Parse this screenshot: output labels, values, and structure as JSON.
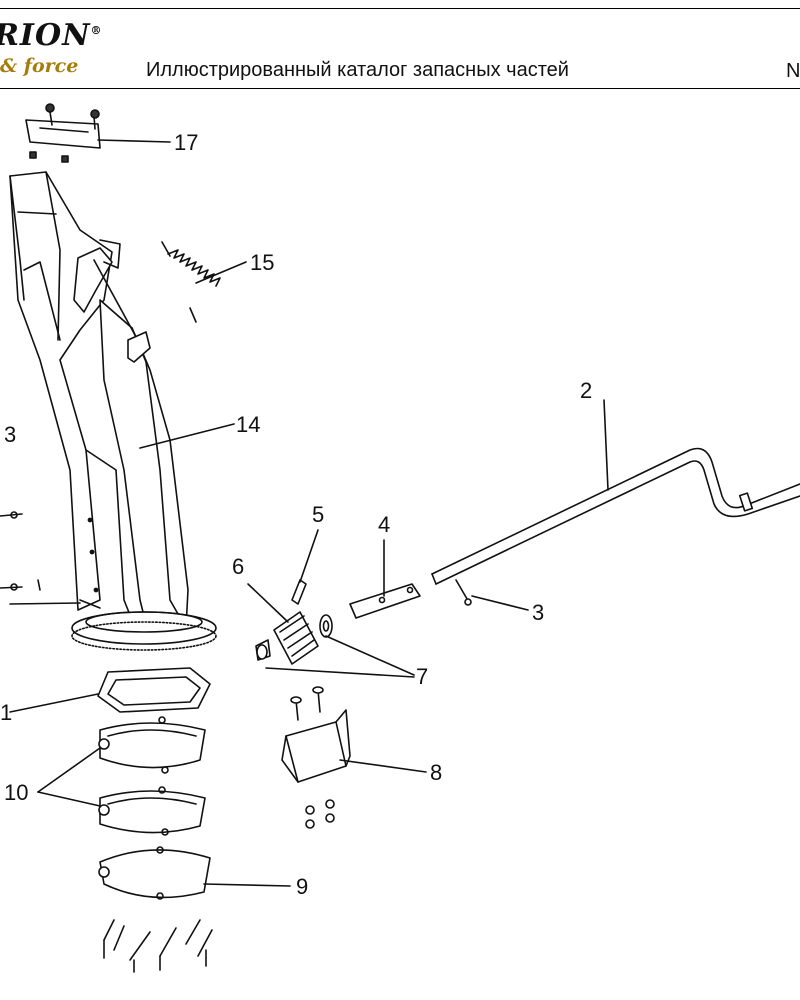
{
  "header": {
    "logo_main": "RION",
    "logo_reg": "®",
    "logo_tagline": "& force",
    "title": "Иллюстрированный каталог запасных частей",
    "right_text": "N"
  },
  "callouts": [
    {
      "id": "17",
      "label": "17"
    },
    {
      "id": "15",
      "label": "15"
    },
    {
      "id": "14",
      "label": "14"
    },
    {
      "id": "13",
      "label": "3"
    },
    {
      "id": "2",
      "label": "2"
    },
    {
      "id": "5",
      "label": "5"
    },
    {
      "id": "4",
      "label": "4"
    },
    {
      "id": "6",
      "label": "6"
    },
    {
      "id": "3",
      "label": "3"
    },
    {
      "id": "7",
      "label": "7"
    },
    {
      "id": "1",
      "label": "1"
    },
    {
      "id": "8",
      "label": "8"
    },
    {
      "id": "10",
      "label": "10"
    },
    {
      "id": "9",
      "label": "9"
    }
  ]
}
